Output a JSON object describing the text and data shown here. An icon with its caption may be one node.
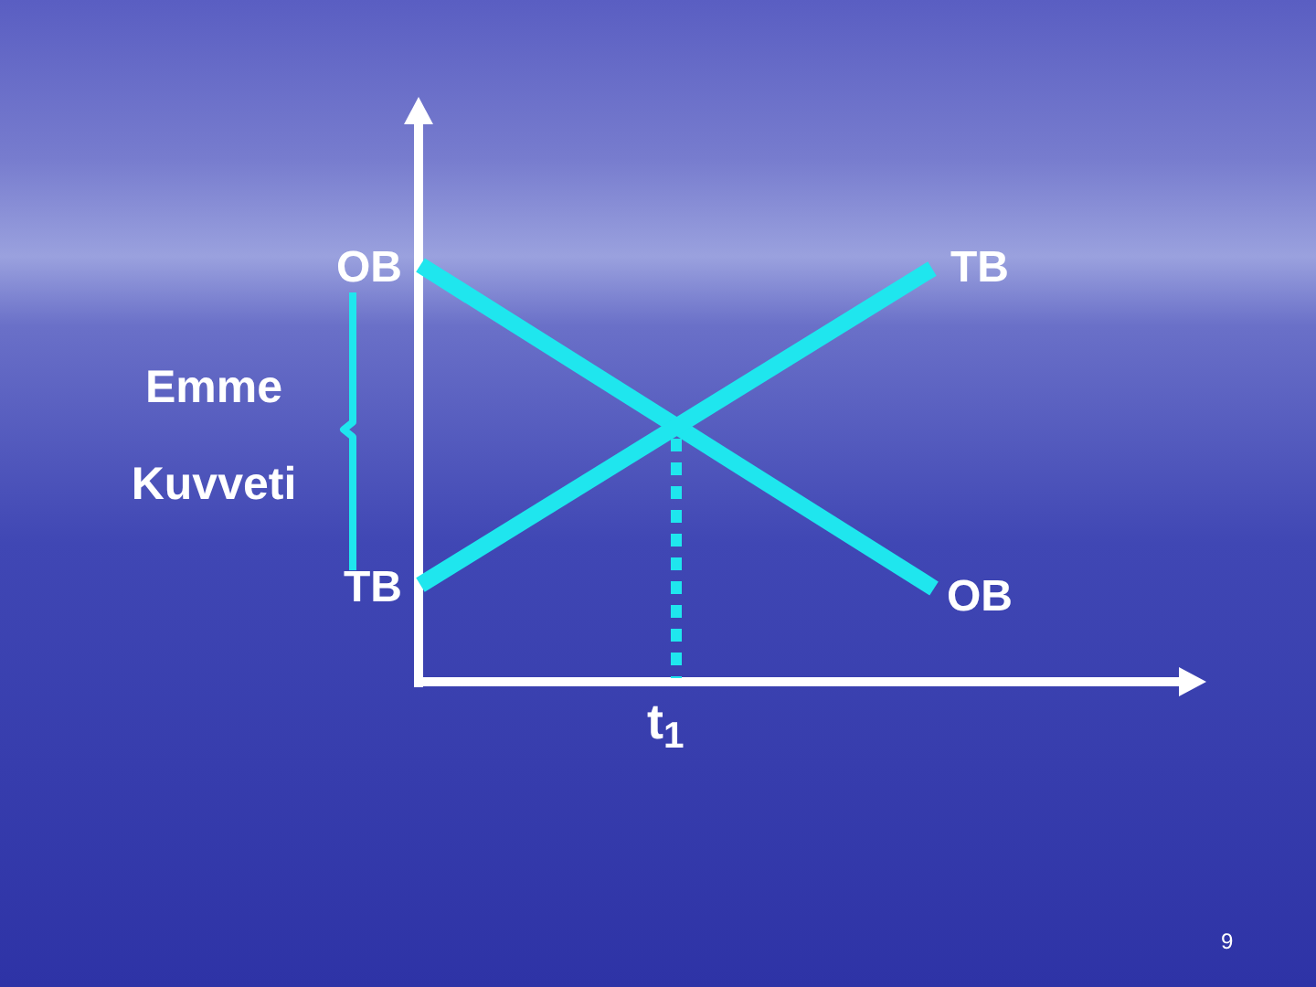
{
  "diagram": {
    "nodes": [
      {
        "text": [
          "OB"
        ]
      },
      {
        "text": [
          "TB"
        ]
      },
      {
        "text": [
          "TB"
        ]
      },
      {
        "text": [
          "OB"
        ]
      }
    ],
    "edges": [
      {
        "from": 0,
        "to": 3,
        "arrow": "none"
      },
      {
        "from": 2,
        "to": 1,
        "arrow": "none"
      }
    ],
    "labels": [
      "Emme Kuvveti",
      "t$_{1}$",
      "9"
    ]
  }
}
